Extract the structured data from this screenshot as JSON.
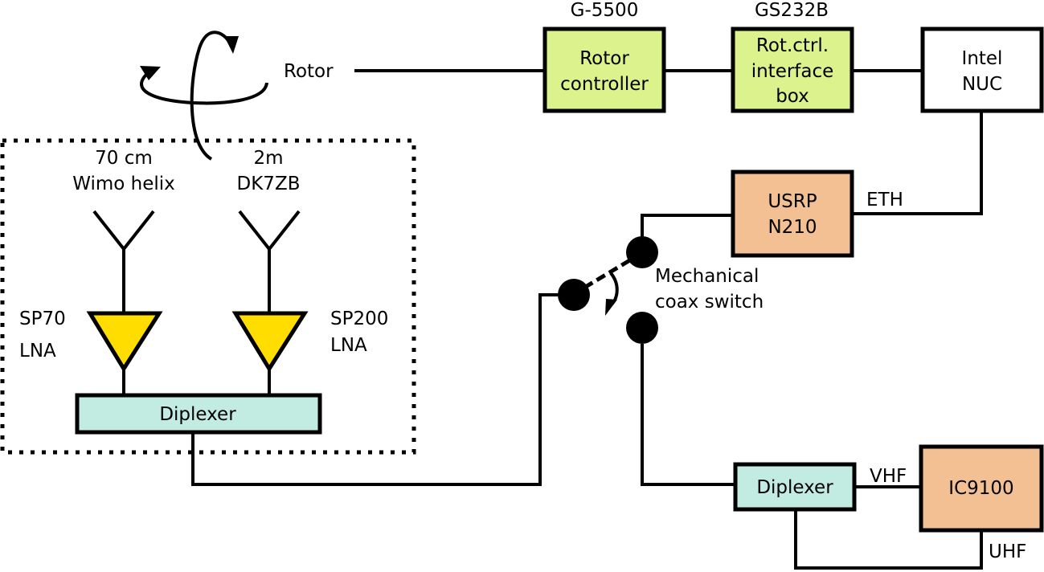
{
  "colors": {
    "controller": "#dcf28c",
    "radio": "#f2c093",
    "diplexer": "#c2ece2",
    "lna": "#ffdd00",
    "computer": "#ffffff",
    "line": "#000000"
  },
  "rotor": {
    "label": "Rotor"
  },
  "rotor_controller": {
    "model": "G-5500",
    "line1": "Rotor",
    "line2": "controller"
  },
  "interface_box": {
    "model": "GS232B",
    "line1": "Rot.ctrl.",
    "line2": "interface",
    "line3": "box"
  },
  "computer": {
    "line1": "Intel",
    "line2": "NUC"
  },
  "sdr": {
    "line1": "USRP",
    "line2": "N210",
    "link_label": "ETH"
  },
  "switch": {
    "line1": "Mechanical",
    "line2": "coax switch"
  },
  "antennas": [
    {
      "line1": "70 cm",
      "line2": "Wimo helix",
      "lna_line1": "SP70",
      "lna_line2": "LNA"
    },
    {
      "line1": "2m",
      "line2": "DK7ZB",
      "lna_line1": "SP200",
      "lna_line2": "LNA"
    }
  ],
  "mast_diplexer": {
    "label": "Diplexer"
  },
  "station_diplexer": {
    "label": "Diplexer",
    "vhf_label": "VHF",
    "uhf_label": "UHF"
  },
  "transceiver": {
    "label": "IC9100"
  }
}
